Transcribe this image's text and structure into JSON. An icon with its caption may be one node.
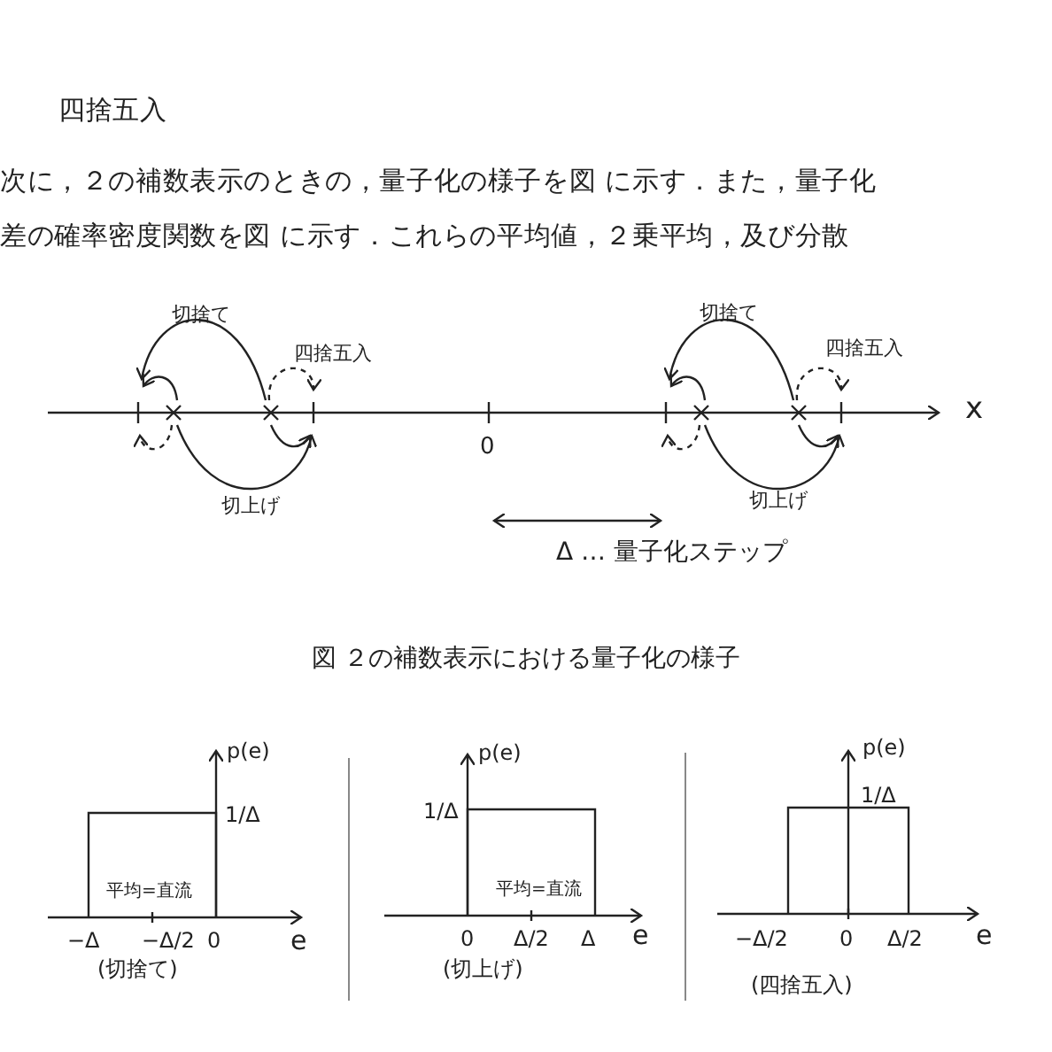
{
  "diagram": {
    "caption": "図 ２の補数表示における量子化の様子",
    "labels": [
      "四捨五入",
      "次に，２の補数表示のときの，量子化の様子を図 に示す．また，量子化",
      "差の確率密度関数を図 に示す．これらの平均値，２乗平均，及び分散",
      "切捨て",
      "四捨五入",
      "切捨て",
      "四捨五入",
      "x",
      "0",
      "切上げ",
      "切上げ",
      "Δ … 量子化ステップ",
      "p(e)",
      "1/Δ",
      "平均=直流",
      "−Δ",
      "−Δ/2",
      "0",
      "e",
      "(切捨て)",
      "p(e)",
      "1/Δ",
      "平均=直流",
      "0",
      "Δ/2",
      "Δ",
      "e",
      "(切上げ)",
      "p(e)",
      "1/Δ",
      "−Δ/2",
      "0",
      "Δ/2",
      "e",
      "(四捨五入)"
    ]
  }
}
